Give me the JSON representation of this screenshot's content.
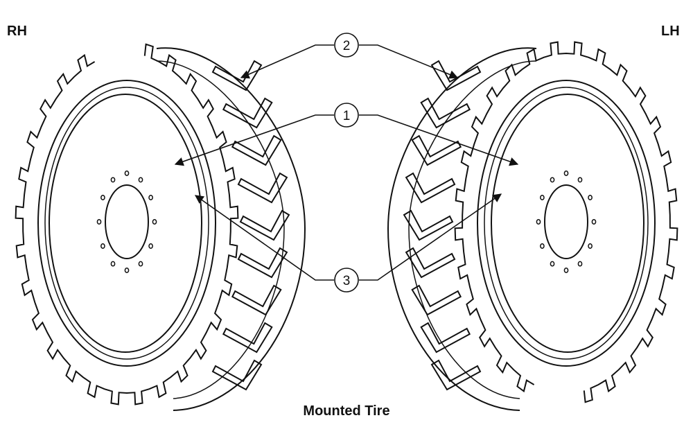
{
  "labels": {
    "right_hand": "RH",
    "left_hand": "LH",
    "caption": "Mounted Tire"
  },
  "callouts": [
    {
      "number": "2"
    },
    {
      "number": "1"
    },
    {
      "number": "3"
    }
  ]
}
